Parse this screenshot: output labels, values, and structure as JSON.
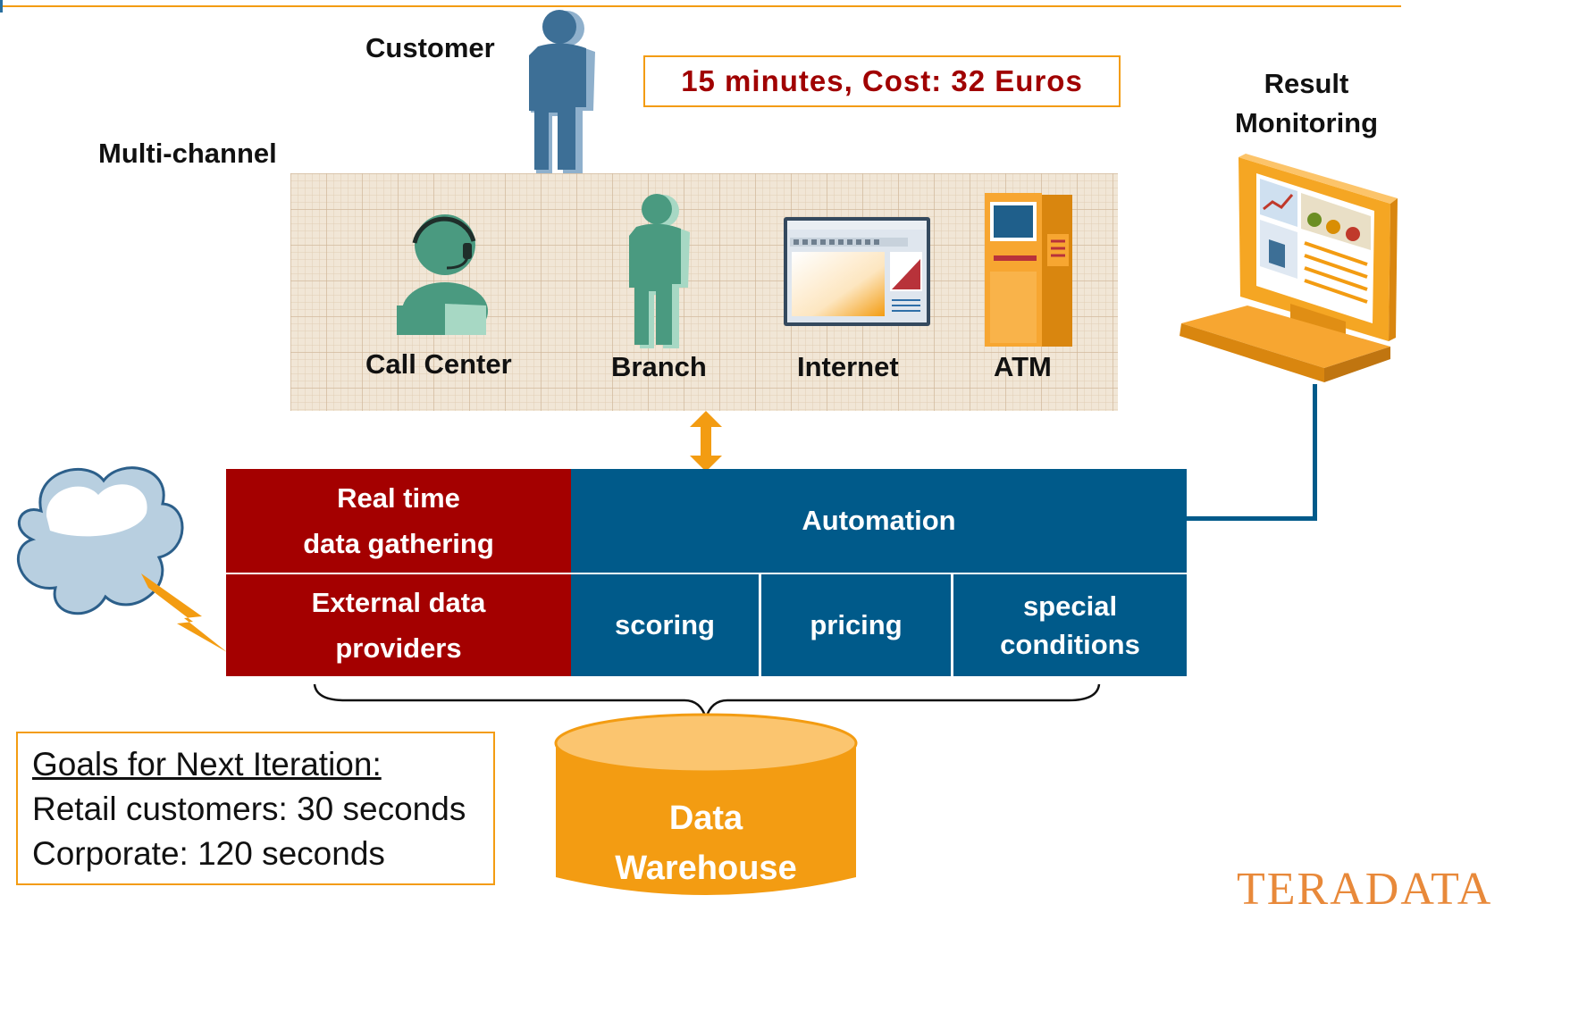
{
  "header": {
    "customer_label": "Customer",
    "cost_text": "15 minutes,  Cost: 32 Euros",
    "result_monitoring_line1": "Result",
    "result_monitoring_line2": "Monitoring",
    "multichannel_label": "Multi-channel"
  },
  "channels": [
    {
      "label": "Call Center",
      "icon": "call-center-agent-icon"
    },
    {
      "label": "Branch",
      "icon": "person-icon"
    },
    {
      "label": "Internet",
      "icon": "browser-window-icon"
    },
    {
      "label": "ATM",
      "icon": "atm-machine-icon"
    }
  ],
  "process": {
    "realtime_line1": "Real time",
    "realtime_line2": "data gathering",
    "external_line1": "External data",
    "external_line2": "providers",
    "automation": "Automation",
    "scoring": "scoring",
    "pricing": "pricing",
    "special_line1": "special",
    "special_line2": "conditions"
  },
  "warehouse": {
    "line1": "Data",
    "line2": "Warehouse"
  },
  "goals": {
    "title": "Goals for Next Iteration:",
    "line1": "Retail customers: 30 seconds",
    "line2": "Corporate: 120 seconds"
  },
  "brand": "TERADATA",
  "colors": {
    "accent_orange": "#f39c12",
    "dark_red": "#a40000",
    "teradata_blue": "#005a8a",
    "cost_text": "#a00000"
  }
}
